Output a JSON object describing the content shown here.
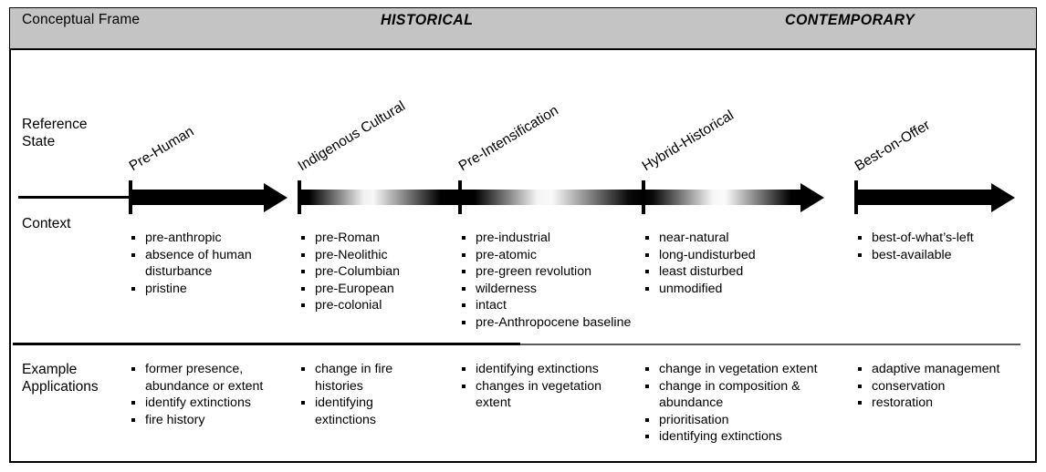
{
  "header": {
    "frame_label": "Conceptual Frame",
    "eras": [
      {
        "label": "HISTORICAL"
      },
      {
        "label": "CONTEMPORARY"
      }
    ]
  },
  "rows": {
    "reference_state_label": "Reference\nState",
    "context_label": "Context",
    "example_applications_label": "Example\nApplications"
  },
  "colors": {
    "header_background": "#c4c4c4",
    "line": "#000000",
    "page_background": "#ffffff"
  },
  "columns": [
    {
      "reference_state": "Pre-Human",
      "context": [
        "pre-anthropic",
        "absence of human",
        "disturbance",
        "pristine"
      ],
      "context_continuations": [
        2
      ],
      "examples": [
        "former presence,",
        "abundance or extent",
        "identify extinctions",
        "fire history"
      ],
      "example_continuations": [
        1
      ]
    },
    {
      "reference_state": "Indigenous Cultural",
      "context": [
        "pre-Roman",
        "pre-Neolithic",
        "pre-Columbian",
        "pre-European",
        "pre-colonial"
      ],
      "context_continuations": [],
      "examples": [
        "change in fire",
        "histories",
        "identifying",
        "extinctions"
      ],
      "example_continuations": [
        1,
        3
      ]
    },
    {
      "reference_state": "Pre-Intensification",
      "context": [
        "pre-industrial",
        "pre-atomic",
        "pre-green revolution",
        "wilderness",
        "intact",
        "pre-Anthropocene baseline"
      ],
      "context_continuations": [],
      "examples": [
        "identifying extinctions",
        "changes in vegetation",
        "extent"
      ],
      "example_continuations": [
        2
      ]
    },
    {
      "reference_state": "Hybrid-Historical",
      "context": [
        "near-natural",
        "long-undisturbed",
        "least disturbed",
        "unmodified"
      ],
      "context_continuations": [],
      "examples": [
        "change in vegetation extent",
        "change in composition &",
        "abundance",
        "prioritisation",
        "identifying extinctions"
      ],
      "example_continuations": [
        2
      ]
    },
    {
      "reference_state": "Best-on-Offer",
      "context": [
        "best-of-what’s-left",
        "best-available"
      ],
      "context_continuations": [],
      "examples": [
        "adaptive management",
        "conservation",
        "restoration"
      ],
      "example_continuations": []
    }
  ],
  "timeline": {
    "description": "horizontal time arrow with five tick marks marking reference states",
    "tick_count": 5,
    "tick_labels": [
      "Pre-Human",
      "Indigenous Cultural",
      "Pre-Intensification",
      "Hybrid-Historical",
      "Best-on-Offer"
    ]
  }
}
